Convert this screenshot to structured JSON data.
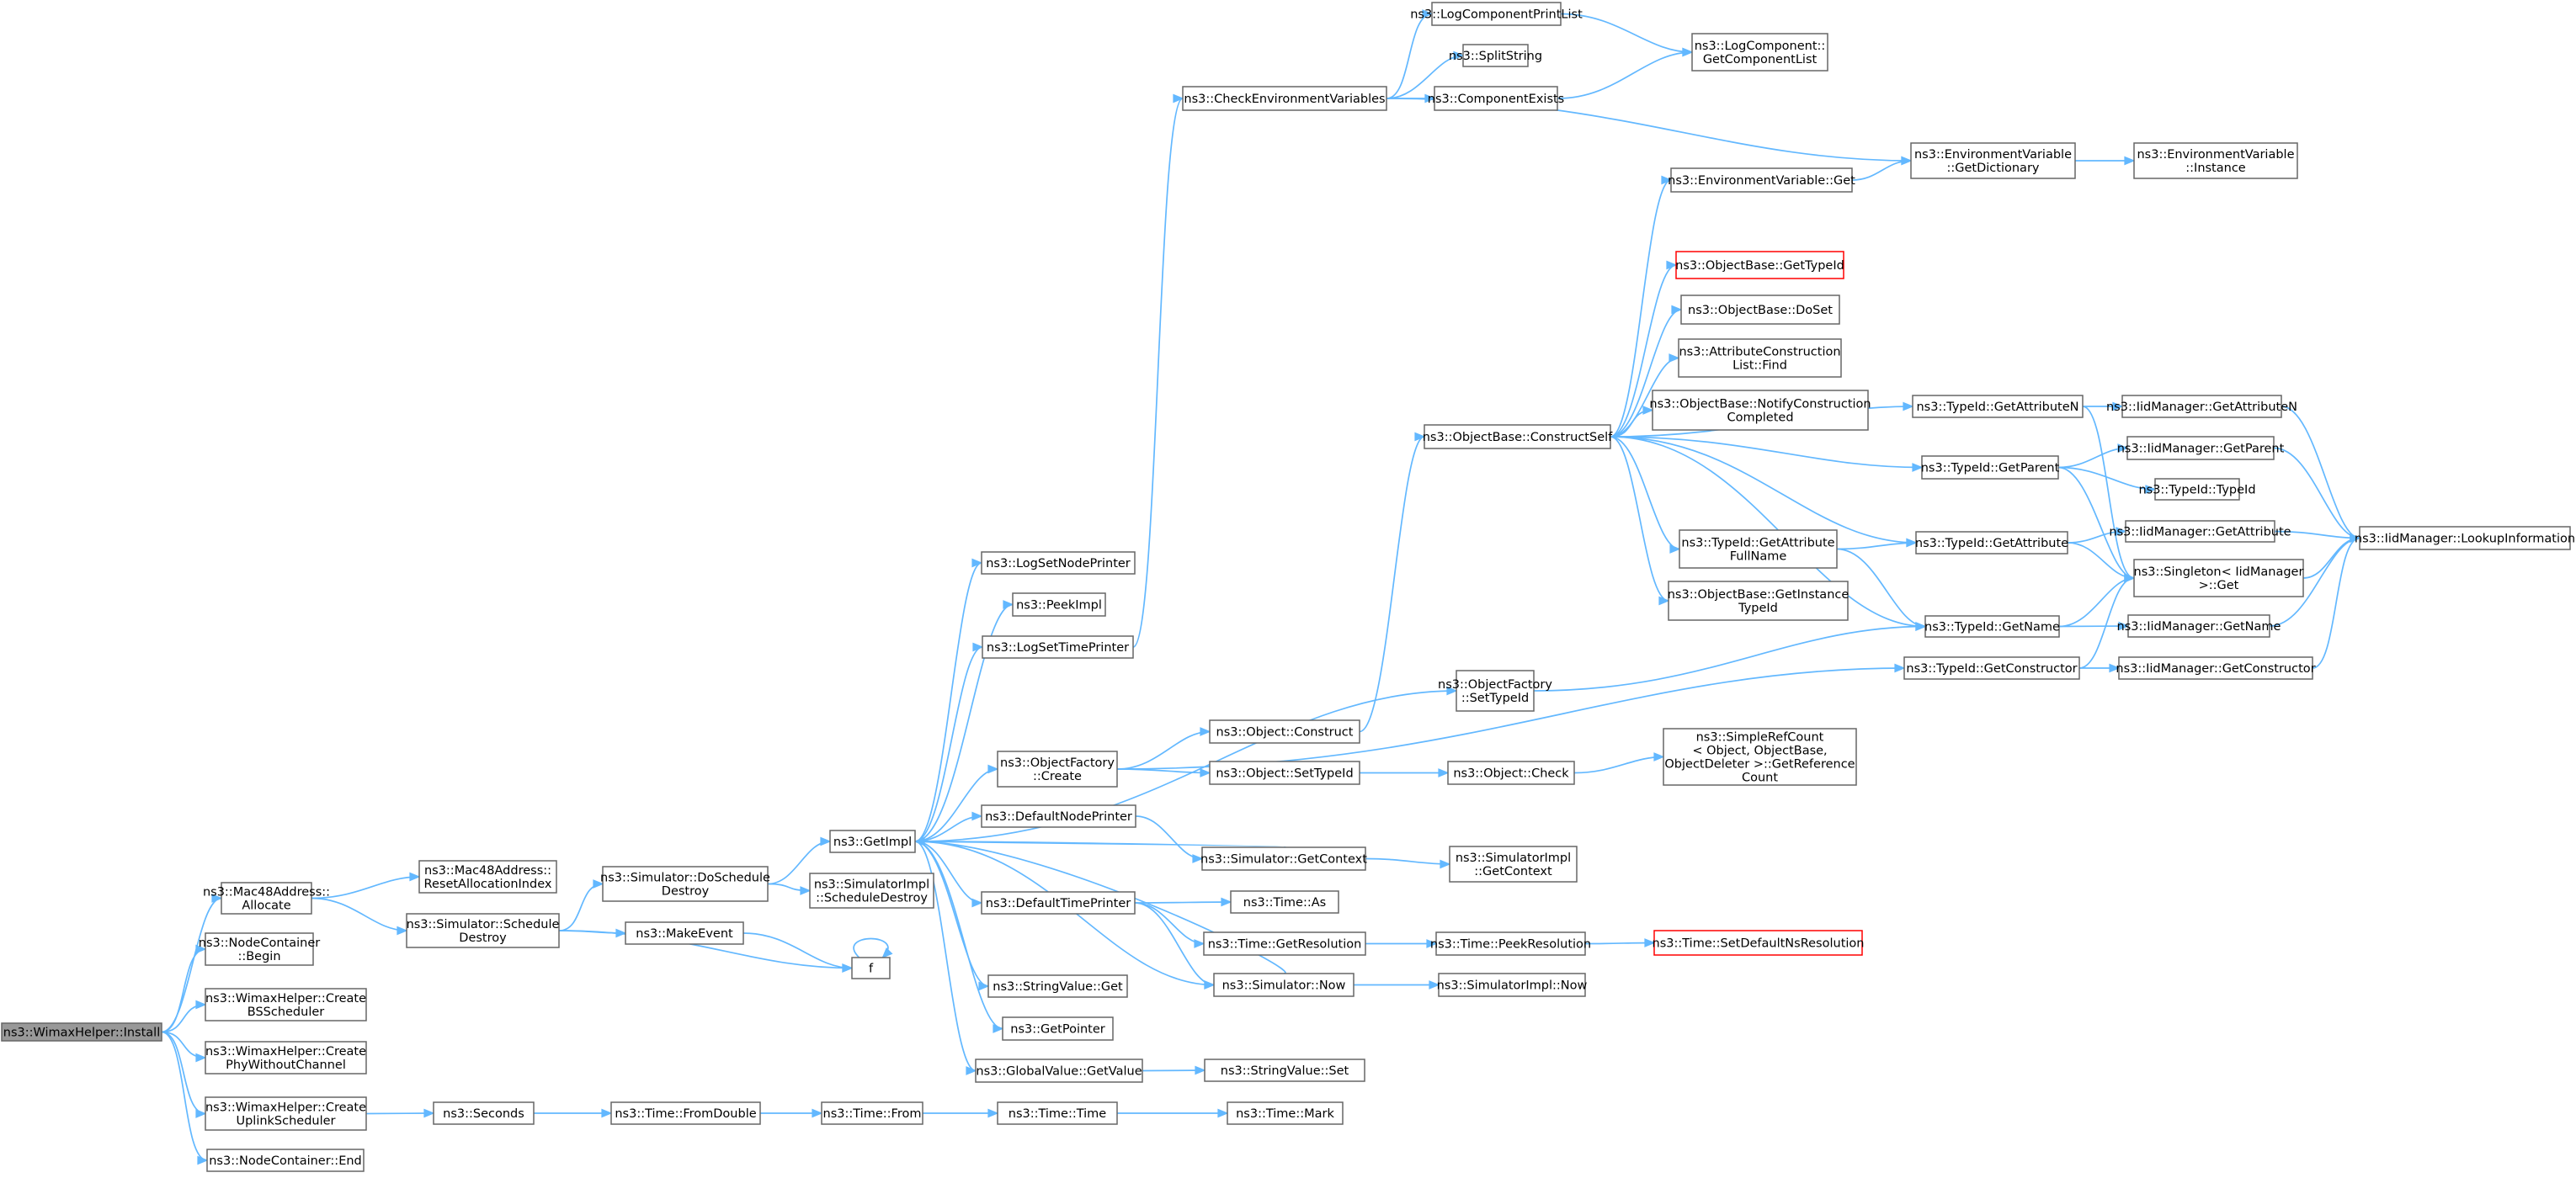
{
  "colors": {
    "edge": "#63b8ff",
    "node_border": "#666666",
    "root_fill": "#999999",
    "highlight_border": "#ff0000"
  },
  "nodes": [
    {
      "id": "install",
      "lines": [
        "ns3::WimaxHelper::Install"
      ],
      "root": true
    },
    {
      "id": "allocate",
      "lines": [
        "ns3::Mac48Address::",
        "Allocate"
      ]
    },
    {
      "id": "nc_begin",
      "lines": [
        "ns3::NodeContainer",
        "::Begin"
      ]
    },
    {
      "id": "create_bs",
      "lines": [
        "ns3::WimaxHelper::Create",
        "BSScheduler"
      ]
    },
    {
      "id": "create_phy",
      "lines": [
        "ns3::WimaxHelper::Create",
        "PhyWithoutChannel"
      ]
    },
    {
      "id": "create_ul",
      "lines": [
        "ns3::WimaxHelper::Create",
        "UplinkScheduler"
      ]
    },
    {
      "id": "nc_end",
      "lines": [
        "ns3::NodeContainer::End"
      ]
    },
    {
      "id": "reset_alloc",
      "lines": [
        "ns3::Mac48Address::",
        "ResetAllocationIndex"
      ]
    },
    {
      "id": "sched_destroy",
      "lines": [
        "ns3::Simulator::Schedule",
        "Destroy"
      ]
    },
    {
      "id": "seconds",
      "lines": [
        "ns3::Seconds"
      ]
    },
    {
      "id": "do_sched_destroy",
      "lines": [
        "ns3::Simulator::DoSchedule",
        "Destroy"
      ]
    },
    {
      "id": "make_event",
      "lines": [
        "ns3::MakeEvent"
      ]
    },
    {
      "id": "f",
      "lines": [
        "f"
      ]
    },
    {
      "id": "from_double",
      "lines": [
        "ns3::Time::FromDouble"
      ]
    },
    {
      "id": "getimpl",
      "lines": [
        "ns3::GetImpl"
      ]
    },
    {
      "id": "simimpl_sched_destroy",
      "lines": [
        "ns3::SimulatorImpl",
        "::ScheduleDestroy"
      ]
    },
    {
      "id": "time_from",
      "lines": [
        "ns3::Time::From"
      ]
    },
    {
      "id": "log_set_node_printer",
      "lines": [
        "ns3::LogSetNodePrinter"
      ]
    },
    {
      "id": "peekimpl",
      "lines": [
        "ns3::PeekImpl"
      ]
    },
    {
      "id": "log_set_time_printer",
      "lines": [
        "ns3::LogSetTimePrinter"
      ]
    },
    {
      "id": "objfactory_create",
      "lines": [
        "ns3::ObjectFactory",
        "::Create"
      ]
    },
    {
      "id": "default_node_printer",
      "lines": [
        "ns3::DefaultNodePrinter"
      ]
    },
    {
      "id": "default_time_printer",
      "lines": [
        "ns3::DefaultTimePrinter"
      ]
    },
    {
      "id": "stringvalue_get",
      "lines": [
        "ns3::StringValue::Get"
      ]
    },
    {
      "id": "getpointer",
      "lines": [
        "ns3::GetPointer"
      ]
    },
    {
      "id": "globalvalue_getvalue",
      "lines": [
        "ns3::GlobalValue::GetValue"
      ]
    },
    {
      "id": "time_time",
      "lines": [
        "ns3::Time::Time"
      ]
    },
    {
      "id": "check_env",
      "lines": [
        "ns3::CheckEnvironmentVariables"
      ]
    },
    {
      "id": "object_construct",
      "lines": [
        "ns3::Object::Construct"
      ]
    },
    {
      "id": "object_settypeid",
      "lines": [
        "ns3::Object::SetTypeId"
      ]
    },
    {
      "id": "sim_getcontext",
      "lines": [
        "ns3::Simulator::GetContext"
      ]
    },
    {
      "id": "time_as",
      "lines": [
        "ns3::Time::As"
      ]
    },
    {
      "id": "time_getresolution",
      "lines": [
        "ns3::Time::GetResolution"
      ]
    },
    {
      "id": "sim_now",
      "lines": [
        "ns3::Simulator::Now"
      ]
    },
    {
      "id": "stringvalue_set",
      "lines": [
        "ns3::StringValue::Set"
      ]
    },
    {
      "id": "time_mark",
      "lines": [
        "ns3::Time::Mark"
      ]
    },
    {
      "id": "log_comp_print_list",
      "lines": [
        "ns3::LogComponentPrintList"
      ]
    },
    {
      "id": "split_string",
      "lines": [
        "ns3::SplitString"
      ]
    },
    {
      "id": "component_exists",
      "lines": [
        "ns3::ComponentExists"
      ]
    },
    {
      "id": "objfactory_settypeid",
      "lines": [
        "ns3::ObjectFactory",
        "::SetTypeId"
      ]
    },
    {
      "id": "objectbase_constructself",
      "lines": [
        "ns3::ObjectBase::ConstructSelf"
      ]
    },
    {
      "id": "object_check",
      "lines": [
        "ns3::Object::Check"
      ]
    },
    {
      "id": "simimpl_getcontext",
      "lines": [
        "ns3::SimulatorImpl",
        "::GetContext"
      ]
    },
    {
      "id": "time_peekresolution",
      "lines": [
        "ns3::Time::PeekResolution"
      ]
    },
    {
      "id": "simimpl_now",
      "lines": [
        "ns3::SimulatorImpl::Now"
      ]
    },
    {
      "id": "log_comp_get_list",
      "lines": [
        "ns3::LogComponent::",
        "GetComponentList"
      ]
    },
    {
      "id": "envvar_get",
      "lines": [
        "ns3::EnvironmentVariable::Get"
      ]
    },
    {
      "id": "objectbase_gettypeid",
      "lines": [
        "ns3::ObjectBase::GetTypeId"
      ],
      "highlight": true
    },
    {
      "id": "objectbase_doset",
      "lines": [
        "ns3::ObjectBase::DoSet"
      ]
    },
    {
      "id": "attr_construction_list_find",
      "lines": [
        "ns3::AttributeConstruction",
        "List::Find"
      ]
    },
    {
      "id": "objectbase_notify",
      "lines": [
        "ns3::ObjectBase::NotifyConstruction",
        "Completed"
      ]
    },
    {
      "id": "typeid_getattrfullname",
      "lines": [
        "ns3::TypeId::GetAttribute",
        "FullName"
      ]
    },
    {
      "id": "objectbase_getinstancetypeid",
      "lines": [
        "ns3::ObjectBase::GetInstance",
        "TypeId"
      ]
    },
    {
      "id": "simplerefcount",
      "lines": [
        "ns3::SimpleRefCount",
        "< Object, ObjectBase,",
        "ObjectDeleter >::GetReference",
        "Count"
      ]
    },
    {
      "id": "time_setdefaultnsres",
      "lines": [
        "ns3::Time::SetDefaultNsResolution"
      ],
      "highlight": true
    },
    {
      "id": "envvar_getdictionary",
      "lines": [
        "ns3::EnvironmentVariable",
        "::GetDictionary"
      ]
    },
    {
      "id": "typeid_getattributen",
      "lines": [
        "ns3::TypeId::GetAttributeN"
      ]
    },
    {
      "id": "typeid_getparent",
      "lines": [
        "ns3::TypeId::GetParent"
      ]
    },
    {
      "id": "typeid_getattribute",
      "lines": [
        "ns3::TypeId::GetAttribute"
      ]
    },
    {
      "id": "typeid_getname",
      "lines": [
        "ns3::TypeId::GetName"
      ]
    },
    {
      "id": "typeid_getconstructor",
      "lines": [
        "ns3::TypeId::GetConstructor"
      ]
    },
    {
      "id": "envvar_instance",
      "lines": [
        "ns3::EnvironmentVariable",
        "::Instance"
      ]
    },
    {
      "id": "iid_getattributen",
      "lines": [
        "ns3::IidManager::GetAttributeN"
      ]
    },
    {
      "id": "iid_getparent",
      "lines": [
        "ns3::IidManager::GetParent"
      ]
    },
    {
      "id": "typeid_typeid",
      "lines": [
        "ns3::TypeId::TypeId"
      ]
    },
    {
      "id": "iid_getattribute",
      "lines": [
        "ns3::IidManager::GetAttribute"
      ]
    },
    {
      "id": "singleton_get",
      "lines": [
        "ns3::Singleton< IidManager",
        ">::Get"
      ]
    },
    {
      "id": "iid_getname",
      "lines": [
        "ns3::IidManager::GetName"
      ]
    },
    {
      "id": "iid_getconstructor",
      "lines": [
        "ns3::IidManager::GetConstructor"
      ]
    },
    {
      "id": "iid_lookupinfo",
      "lines": [
        "ns3::IidManager::LookupInformation"
      ]
    }
  ],
  "edges": [
    [
      "install",
      "allocate"
    ],
    [
      "install",
      "nc_begin"
    ],
    [
      "install",
      "create_bs"
    ],
    [
      "install",
      "create_phy"
    ],
    [
      "install",
      "create_ul"
    ],
    [
      "install",
      "nc_end"
    ],
    [
      "allocate",
      "reset_alloc"
    ],
    [
      "allocate",
      "sched_destroy"
    ],
    [
      "create_ul",
      "seconds"
    ],
    [
      "seconds",
      "from_double"
    ],
    [
      "from_double",
      "time_from"
    ],
    [
      "time_from",
      "time_time"
    ],
    [
      "time_time",
      "time_mark"
    ],
    [
      "sched_destroy",
      "do_sched_destroy"
    ],
    [
      "sched_destroy",
      "make_event"
    ],
    [
      "sched_destroy",
      "f"
    ],
    [
      "make_event",
      "f"
    ],
    [
      "f",
      "f"
    ],
    [
      "do_sched_destroy",
      "getimpl"
    ],
    [
      "do_sched_destroy",
      "simimpl_sched_destroy"
    ],
    [
      "getimpl",
      "log_set_node_printer"
    ],
    [
      "getimpl",
      "peekimpl"
    ],
    [
      "getimpl",
      "log_set_time_printer"
    ],
    [
      "getimpl",
      "objfactory_settypeid"
    ],
    [
      "getimpl",
      "objfactory_create"
    ],
    [
      "getimpl",
      "default_node_printer"
    ],
    [
      "getimpl",
      "default_time_printer"
    ],
    [
      "getimpl",
      "stringvalue_get"
    ],
    [
      "getimpl",
      "getpointer"
    ],
    [
      "getimpl",
      "globalvalue_getvalue"
    ],
    [
      "getimpl",
      "sim_now"
    ],
    [
      "log_set_time_printer",
      "check_env"
    ],
    [
      "check_env",
      "log_comp_print_list"
    ],
    [
      "check_env",
      "split_string"
    ],
    [
      "check_env",
      "component_exists"
    ],
    [
      "check_env",
      "envvar_getdictionary"
    ],
    [
      "log_comp_print_list",
      "log_comp_get_list"
    ],
    [
      "component_exists",
      "log_comp_get_list"
    ],
    [
      "envvar_get",
      "envvar_getdictionary"
    ],
    [
      "envvar_getdictionary",
      "envvar_instance"
    ],
    [
      "objfactory_create",
      "object_construct"
    ],
    [
      "objfactory_create",
      "object_settypeid"
    ],
    [
      "objfactory_create",
      "typeid_getconstructor"
    ],
    [
      "object_construct",
      "objectbase_constructself"
    ],
    [
      "object_settypeid",
      "object_check"
    ],
    [
      "object_check",
      "simplerefcount"
    ],
    [
      "default_node_printer",
      "sim_getcontext"
    ],
    [
      "sim_getcontext",
      "getimpl"
    ],
    [
      "sim_getcontext",
      "simimpl_getcontext"
    ],
    [
      "default_time_printer",
      "time_as"
    ],
    [
      "default_time_printer",
      "time_getresolution"
    ],
    [
      "default_time_printer",
      "sim_now"
    ],
    [
      "time_getresolution",
      "time_peekresolution"
    ],
    [
      "time_peekresolution",
      "time_setdefaultnsres"
    ],
    [
      "sim_now",
      "getimpl"
    ],
    [
      "sim_now",
      "simimpl_now"
    ],
    [
      "globalvalue_getvalue",
      "stringvalue_set"
    ],
    [
      "objfactory_settypeid",
      "typeid_getname"
    ],
    [
      "objectbase_constructself",
      "envvar_get"
    ],
    [
      "objectbase_constructself",
      "objectbase_gettypeid"
    ],
    [
      "objectbase_constructself",
      "objectbase_doset"
    ],
    [
      "objectbase_constructself",
      "attr_construction_list_find"
    ],
    [
      "objectbase_constructself",
      "objectbase_notify"
    ],
    [
      "objectbase_constructself",
      "typeid_getattributen"
    ],
    [
      "objectbase_constructself",
      "typeid_getparent"
    ],
    [
      "objectbase_constructself",
      "typeid_getattribute"
    ],
    [
      "objectbase_constructself",
      "typeid_getattrfullname"
    ],
    [
      "objectbase_constructself",
      "objectbase_getinstancetypeid"
    ],
    [
      "objectbase_constructself",
      "typeid_getname"
    ],
    [
      "typeid_getattrfullname",
      "typeid_getattribute"
    ],
    [
      "typeid_getattrfullname",
      "typeid_getname"
    ],
    [
      "typeid_getattributen",
      "iid_getattributen"
    ],
    [
      "typeid_getattributen",
      "singleton_get"
    ],
    [
      "typeid_getparent",
      "iid_getparent"
    ],
    [
      "typeid_getparent",
      "typeid_typeid"
    ],
    [
      "typeid_getparent",
      "singleton_get"
    ],
    [
      "typeid_getattribute",
      "iid_getattribute"
    ],
    [
      "typeid_getattribute",
      "singleton_get"
    ],
    [
      "typeid_getname",
      "iid_getname"
    ],
    [
      "typeid_getname",
      "singleton_get"
    ],
    [
      "typeid_getconstructor",
      "iid_getconstructor"
    ],
    [
      "typeid_getconstructor",
      "singleton_get"
    ],
    [
      "iid_getattributen",
      "iid_lookupinfo"
    ],
    [
      "iid_getparent",
      "iid_lookupinfo"
    ],
    [
      "iid_getattribute",
      "iid_lookupinfo"
    ],
    [
      "iid_getname",
      "iid_lookupinfo"
    ],
    [
      "iid_getconstructor",
      "iid_lookupinfo"
    ],
    [
      "singleton_get",
      "iid_lookupinfo"
    ]
  ]
}
